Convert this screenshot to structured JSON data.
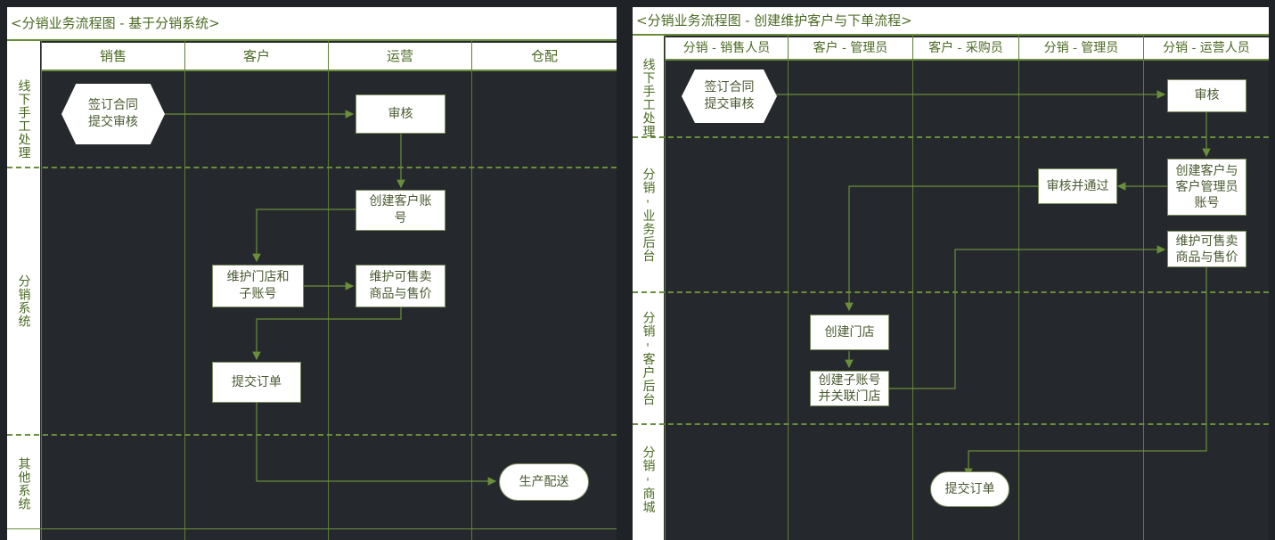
{
  "left_panel": {
    "title": "<分销业务流程图 - 基于分销系统>",
    "columns": [
      "销售",
      "客户",
      "运营",
      "仓配"
    ],
    "lanes": [
      "线下手工处理",
      "分销系统",
      "其他系统"
    ],
    "nodes": {
      "sign_contract": "签订合同\n提交审核",
      "review": "审核",
      "create_account": "创建客户账\n号",
      "maintain_store": "维护门店和\n子账号",
      "maintain_goods": "维护可售卖\n商品与售价",
      "submit_order": "提交订单",
      "delivery": "生产配送"
    }
  },
  "right_panel": {
    "title": "<分销业务流程图 - 创建维护客户与下单流程>",
    "columns": [
      "分销 - 销售人员",
      "客户 - 管理员",
      "客户 - 采购员",
      "分销 - 管理员",
      "分销 - 运营人员"
    ],
    "lanes": [
      "线下手工处理",
      "分销 - 业务后台",
      "分销 - 客户后台",
      "分销 - 商城"
    ],
    "nodes": {
      "sign_contract": "签订合同\n提交审核",
      "review": "审核",
      "create_accounts": "创建客户与\n客户管理员\n账号",
      "approve": "审核并通过",
      "maintain_goods": "维护可售卖\n商品与售价",
      "create_store": "创建门店",
      "create_sub": "创建子账号\n并关联门店",
      "submit_order": "提交订单"
    }
  },
  "colors": {
    "background": "#25292d",
    "accent": "#6b8e3c",
    "text": "#4a6a22",
    "connector": "#6a8f3a"
  }
}
